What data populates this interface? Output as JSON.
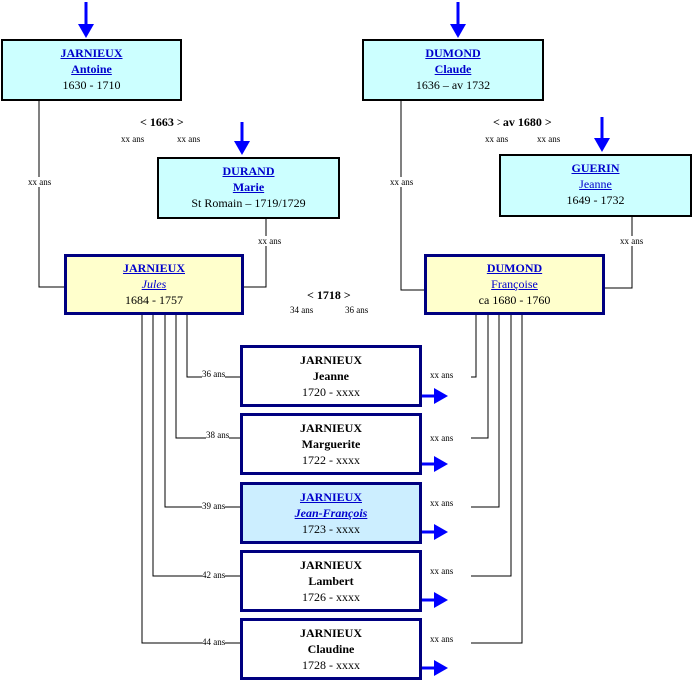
{
  "grandparents": {
    "paternal_father": {
      "surname": "JARNIEUX",
      "given": "Antoine",
      "dates": "1630 - 1710"
    },
    "paternal_mother": {
      "surname": "DURAND",
      "given": "Marie",
      "dates": "St Romain – 1719/1729"
    },
    "maternal_father": {
      "surname": "DUMOND",
      "given": "Claude",
      "dates": "1636 – av 1732"
    },
    "maternal_mother": {
      "surname": "GUERIN",
      "given": "Jeanne",
      "dates": "1649 - 1732"
    }
  },
  "marriages": {
    "paternal": {
      "date": "< 1663 >",
      "age_left": "xx ans",
      "age_right": "xx ans"
    },
    "maternal": {
      "date": "< av 1680 >",
      "age_left": "xx ans",
      "age_right": "xx ans"
    },
    "parents": {
      "date": "< 1718 >",
      "age_left": "34 ans",
      "age_right": "36 ans"
    }
  },
  "ages": {
    "antoine_child": "xx ans",
    "marie_child": "xx ans",
    "claude_child": "xx ans",
    "jeanne_child": "xx ans"
  },
  "parents": {
    "father": {
      "surname": "JARNIEUX",
      "given": "Jules",
      "dates": "1684 - 1757"
    },
    "mother": {
      "surname": "DUMOND",
      "given": "Françoise",
      "dates": "ca 1680 - 1760"
    }
  },
  "children": [
    {
      "surname": "JARNIEUX",
      "given": "Jeanne",
      "dates": "1720 - xxxx",
      "father_age": "36 ans",
      "mother_age": "xx ans"
    },
    {
      "surname": "JARNIEUX",
      "given": "Marguerite",
      "dates": "1722 - xxxx",
      "father_age": "38 ans",
      "mother_age": "xx ans"
    },
    {
      "surname": "JARNIEUX",
      "given": "Jean-François",
      "dates": "1723 - xxxx",
      "father_age": "39 ans",
      "mother_age": "xx ans"
    },
    {
      "surname": "JARNIEUX",
      "given": "Lambert",
      "dates": "1726 - xxxx",
      "father_age": "42 ans",
      "mother_age": "xx ans"
    },
    {
      "surname": "JARNIEUX",
      "given": "Claudine",
      "dates": "1728 - xxxx",
      "father_age": "44 ans",
      "mother_age": "xx ans"
    }
  ],
  "colors": {
    "arrow": "#0000ff",
    "grandparent_box": "#ccffff",
    "parent_box": "#ffffcc",
    "highlight_box": "#cceeff",
    "border": "#000080"
  }
}
